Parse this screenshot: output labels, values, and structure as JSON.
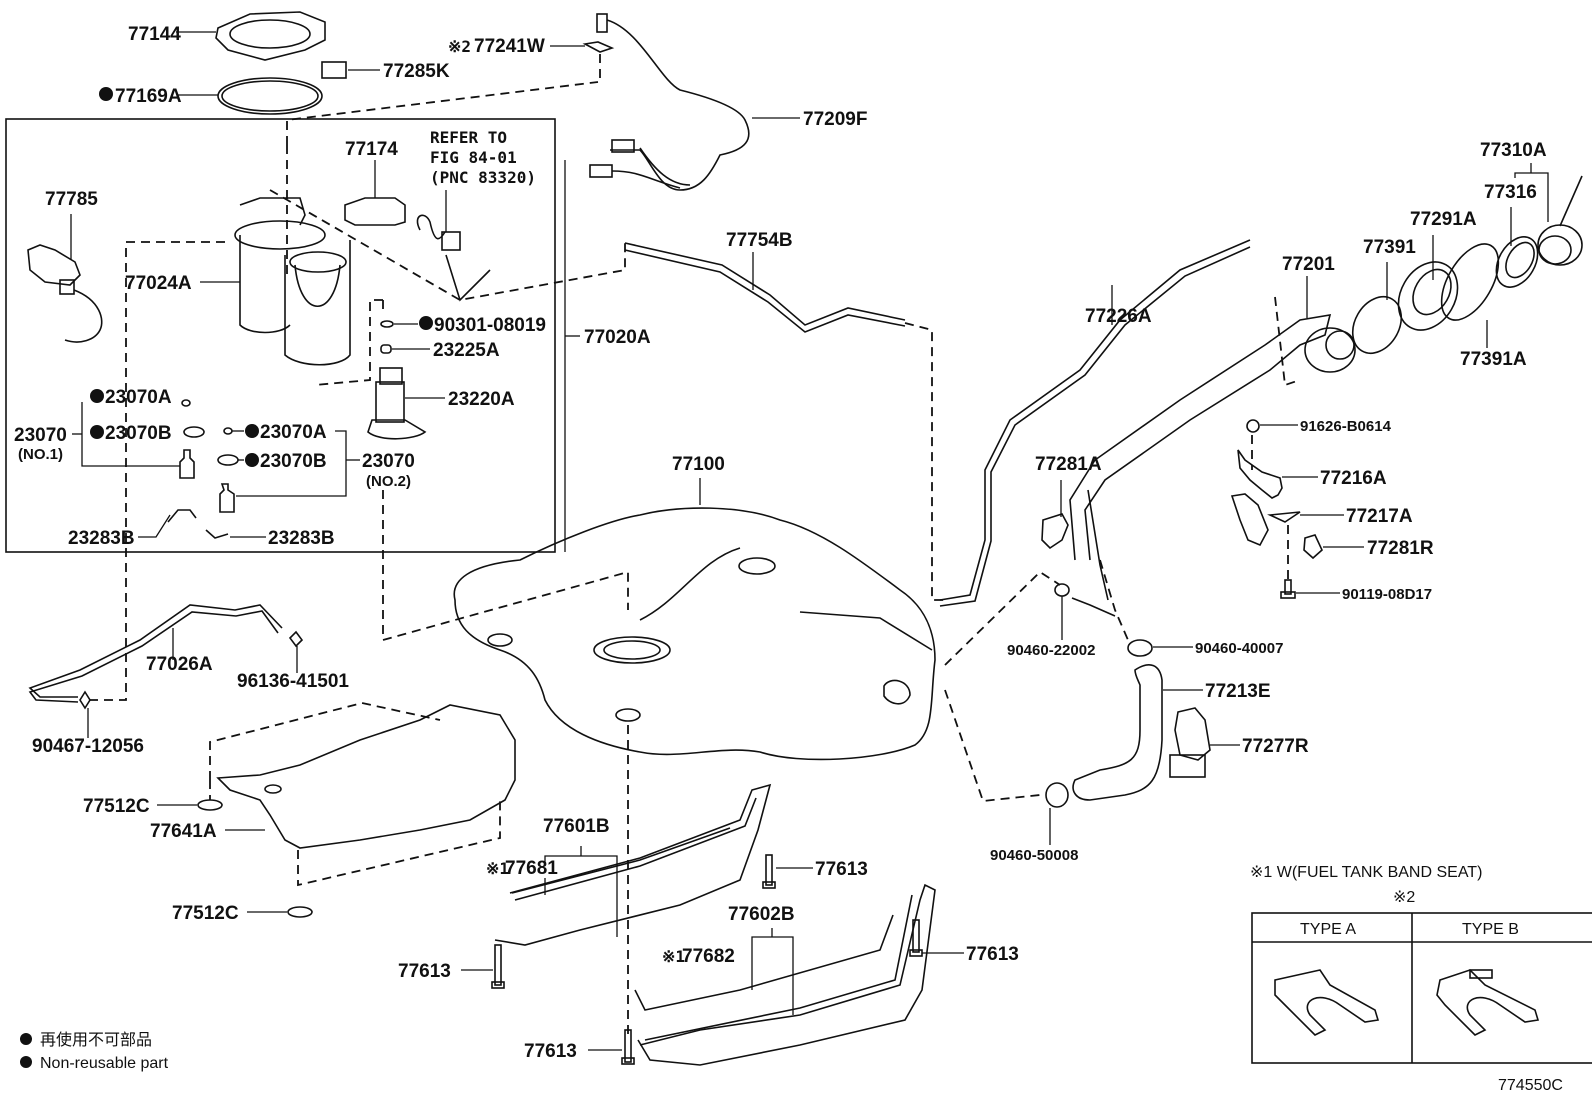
{
  "diagram": {
    "title": "Fuel Tank & Fuel Pump Assembly Parts Diagram",
    "figure_code": "774550C",
    "accent_color": "#111111",
    "background_color": "#ffffff"
  },
  "labels": {
    "p77144": "77144",
    "p77169A": "77169A",
    "p77241W_mark": "※2",
    "p77241W": "77241W",
    "p77285K": "77285K",
    "p77209F": "77209F",
    "p77174": "77174",
    "refer_line1": "REFER TO",
    "refer_line2": "FIG 84-01",
    "refer_line3": "(PNC 83320)",
    "p77785": "77785",
    "p77024A": "77024A",
    "p90301_08019": "90301-08019",
    "p23225A": "23225A",
    "p77020A": "77020A",
    "p23220A": "23220A",
    "p23070A_1": "23070A",
    "p23070B_1": "23070B",
    "p23070_no1": "23070",
    "p23070_no1_sub": "(NO.1)",
    "p23070A_2": "23070A",
    "p23070B_2": "23070B",
    "p23070_no2": "23070",
    "p23070_no2_sub": "(NO.2)",
    "p23283B_1": "23283B",
    "p23283B_2": "23283B",
    "p77754B": "77754B",
    "p77100": "77100",
    "p77026A": "77026A",
    "p96136_41501": "96136-41501",
    "p90467_12056": "90467-12056",
    "p77512C_1": "77512C",
    "p77641A": "77641A",
    "p77512C_2": "77512C",
    "p77601B": "77601B",
    "p77681_mark": "※1",
    "p77681": "77681",
    "p77613_1": "77613",
    "p77602B": "77602B",
    "p77682_mark": "※1",
    "p77682": "77682",
    "p77613_2": "77613",
    "p77613_3": "77613",
    "p77613_4": "77613",
    "p77226A": "77226A",
    "p77201": "77201",
    "p77391": "77391",
    "p77291A": "77291A",
    "p77316": "77316",
    "p77310A": "77310A",
    "p77391A": "77391A",
    "p91626_B0614": "91626-B0614",
    "p77216A": "77216A",
    "p77217A": "77217A",
    "p77281R": "77281R",
    "p90119_08D17": "90119-08D17",
    "p77281A": "77281A",
    "p90460_22002": "90460-22002",
    "p90460_40007": "90460-40007",
    "p77213E": "77213E",
    "p77277R": "77277R",
    "p90460_50008": "90460-50008"
  },
  "note_table": {
    "note1": "※1  W(FUEL TANK BAND SEAT)",
    "note2_mark": "※2",
    "type_a": "TYPE A",
    "type_b": "TYPE B"
  },
  "legend": {
    "items": [
      {
        "icon": "filled-circle-icon",
        "text": "再使用不可部品"
      },
      {
        "icon": "filled-circle-icon",
        "text": "Non-reusable part"
      }
    ]
  },
  "non_reusable_parts": [
    "77169A",
    "90301-08019",
    "23070A",
    "23070B"
  ]
}
